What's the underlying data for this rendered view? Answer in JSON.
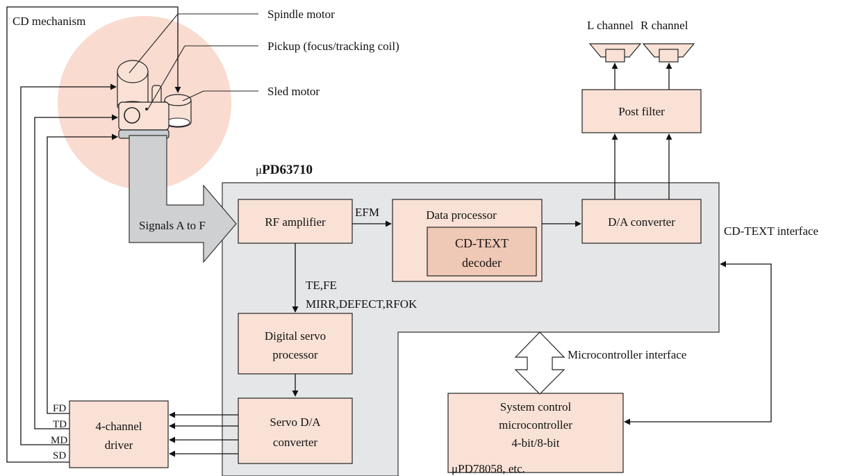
{
  "labels": {
    "cd_mechanism": "CD mechanism",
    "spindle_motor": "Spindle motor",
    "pickup": "Pickup (focus/tracking coil)",
    "sled_motor": "Sled motor",
    "l_channel": "L channel",
    "r_channel": "R channel",
    "chip_mu": "μ",
    "chip_name": "PD63710",
    "signals": "Signals A to F",
    "efm": "EFM",
    "te_fe": "TE,FE",
    "mirr_defect": "MIRR,DEFECT,RFOK",
    "cd_text_interface": "CD-TEXT interface",
    "microcontroller_interface": "Microcontroller interface",
    "upd78058": "μPD78058, etc.",
    "fd": "FD",
    "td": "TD",
    "md": "MD",
    "sd": "SD"
  },
  "blocks": {
    "post_filter": [
      "Post filter"
    ],
    "rf_amplifier": [
      "RF amplifier"
    ],
    "data_processor": [
      "Data processor"
    ],
    "cd_text_decoder": [
      "CD-TEXT",
      "decoder"
    ],
    "da_converter": [
      "D/A converter"
    ],
    "digital_servo": [
      "Digital servo",
      "processor"
    ],
    "servo_da": [
      "Servo D/A",
      "converter"
    ],
    "driver": [
      "4-channel",
      "driver"
    ],
    "system_control": [
      "System control",
      "microcontroller",
      "4-bit/8-bit"
    ]
  },
  "colors": {
    "block_fill": "#f9e1d6",
    "decoder_fill": "#f0c8b6",
    "chip_fill": "#e5e6e8",
    "disc_fill": "#f9dbd0",
    "signal_arrow": "#cfd0d2"
  }
}
